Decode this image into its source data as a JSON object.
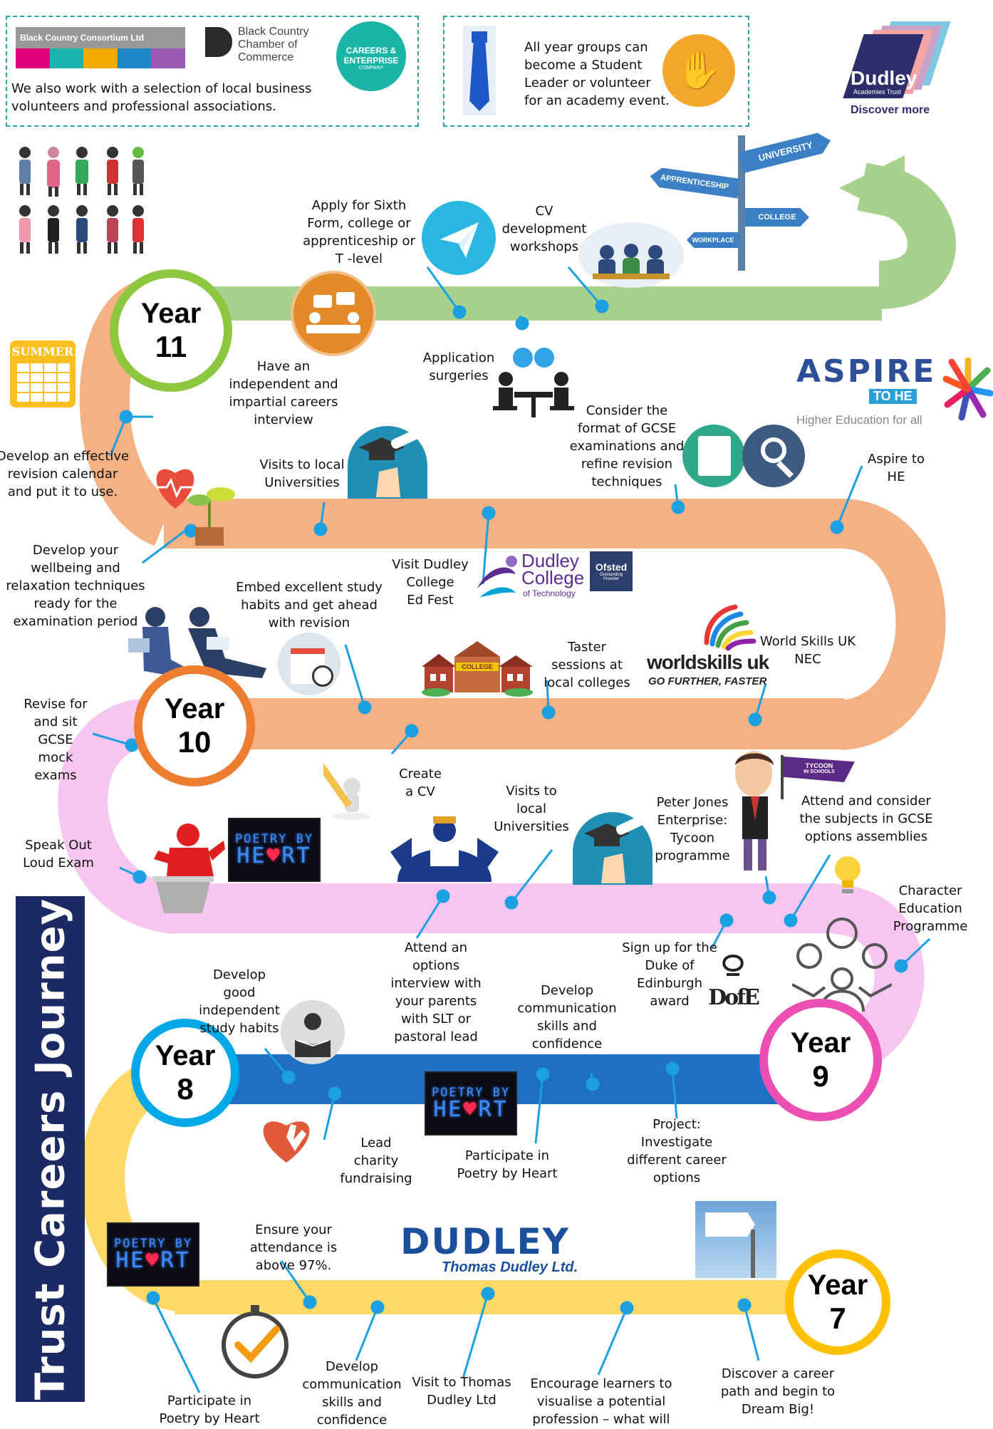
{
  "title": "Trust Careers Journey",
  "partners_box": {
    "consortium_name": "Black Country Consortium Ltd",
    "chamber_lines": [
      "Black Country",
      "Chamber of",
      "Commerce"
    ],
    "careers_lines": [
      "CAREERS &",
      "ENTERPRISE",
      "COMPANY"
    ],
    "text_lines": [
      "We also work with a selection of local business",
      "volunteers and professional associations."
    ]
  },
  "leader_box": {
    "text_lines": [
      "All year groups can",
      "become a Student",
      "Leader or volunteer",
      "for an academy event."
    ]
  },
  "dudley_logo": {
    "name": "Dudley",
    "sub": "Academies Trust",
    "tagline": "Discover more"
  },
  "aspire_logo": {
    "name": "ASPIRE",
    "sub": "TO HE",
    "tagline": "Higher Education for all"
  },
  "college_logo": {
    "lines": [
      "Dudley",
      "College"
    ],
    "sub": "of Technology",
    "ofsted": "Ofsted",
    "ofsted_sub": [
      "Outstanding",
      "Provider"
    ]
  },
  "worldskills_logo": {
    "name": "worldskills uk",
    "tagline": "GO FURTHER, FASTER"
  },
  "thomas_dudley_logo": {
    "name": "DUDLEY",
    "sub": "Thomas Dudley Ltd."
  },
  "signpost": [
    "UNIVERSITY",
    "APPRENTICESHIP",
    "COLLEGE",
    "WORKPLACE"
  ],
  "calendar_label": "SUMMER",
  "college_building_label": "COLLEGE",
  "tycoon_flag": [
    "TYCOON",
    "IN SCHOOLS"
  ],
  "poetry_logo": {
    "line1": "POETRY BY",
    "line2a": "HE",
    "line2b": "♥",
    "line2c": "RT"
  },
  "doe_logo": "DofE",
  "years": [
    {
      "id": "year11",
      "word": "Year",
      "number": "11"
    },
    {
      "id": "year10",
      "word": "Year",
      "number": "10"
    },
    {
      "id": "year9",
      "word": "Year",
      "number": "9"
    },
    {
      "id": "year8",
      "word": "Year",
      "number": "8"
    },
    {
      "id": "year7",
      "word": "Year",
      "number": "7"
    }
  ],
  "labels": [
    {
      "id": "sixth-form",
      "lines": [
        "Apply for Sixth",
        "Form, college or",
        "apprenticeship or",
        "T -level"
      ]
    },
    {
      "id": "cv-workshops",
      "lines": [
        "CV",
        "development",
        "workshops"
      ]
    },
    {
      "id": "careers-interview",
      "lines": [
        "Have an",
        "independent and",
        "impartial careers",
        "interview"
      ]
    },
    {
      "id": "application-surgeries",
      "lines": [
        "Application",
        "surgeries"
      ]
    },
    {
      "id": "revision-calendar",
      "lines": [
        "Develop an effective",
        "revision calendar",
        "and put it to use."
      ]
    },
    {
      "id": "gcse-format",
      "lines": [
        "Consider the",
        "format of GCSE",
        "examinations and",
        "refine revision",
        "techniques"
      ]
    },
    {
      "id": "aspire-he",
      "lines": [
        "Aspire to",
        "HE"
      ]
    },
    {
      "id": "visits-universities-y11",
      "lines": [
        "Visits to local",
        "Universities"
      ]
    },
    {
      "id": "wellbeing",
      "lines": [
        "Develop your",
        "wellbeing and",
        "relaxation techniques",
        "ready for the",
        "examination period"
      ]
    },
    {
      "id": "dudley-edfest",
      "lines": [
        "Visit Dudley",
        "College",
        "Ed Fest"
      ]
    },
    {
      "id": "study-habits",
      "lines": [
        "Embed excellent study",
        "habits and get ahead",
        "with revision"
      ]
    },
    {
      "id": "taster-sessions",
      "lines": [
        "Taster",
        "sessions at",
        "local colleges"
      ]
    },
    {
      "id": "world-skills",
      "lines": [
        "World Skills UK",
        "NEC"
      ]
    },
    {
      "id": "gcse-mocks",
      "lines": [
        "Revise for",
        "and sit",
        "GCSE",
        "mock",
        "exams"
      ]
    },
    {
      "id": "create-cv",
      "lines": [
        "Create",
        "a CV"
      ]
    },
    {
      "id": "visits-universities-y10",
      "lines": [
        "Visits to",
        "local",
        "Universities"
      ]
    },
    {
      "id": "tycoon",
      "lines": [
        "Peter Jones",
        "Enterprise:",
        "Tycoon",
        "programme"
      ]
    },
    {
      "id": "options-assemblies",
      "lines": [
        "Attend and consider",
        "the subjects in GCSE",
        "options assemblies"
      ]
    },
    {
      "id": "speak-out",
      "lines": [
        "Speak Out",
        "Loud Exam"
      ]
    },
    {
      "id": "character-education",
      "lines": [
        "Character",
        "Education",
        "Programme"
      ]
    },
    {
      "id": "options-interview",
      "lines": [
        "Attend an",
        "options",
        "interview with",
        "your parents",
        "with SLT or",
        "pastoral lead"
      ]
    },
    {
      "id": "duke-of-edinburgh",
      "lines": [
        "Sign up for the",
        "Duke of",
        "Edinburgh",
        "award"
      ]
    },
    {
      "id": "independent-study",
      "lines": [
        "Develop",
        "good",
        "independent",
        "study habits"
      ]
    },
    {
      "id": "communication-y8",
      "lines": [
        "Develop",
        "communication",
        "skills and",
        "confidence"
      ]
    },
    {
      "id": "charity",
      "lines": [
        "Lead",
        "charity",
        "fundraising"
      ]
    },
    {
      "id": "poetry-y8",
      "lines": [
        "Participate in",
        "Poetry by Heart"
      ]
    },
    {
      "id": "career-project",
      "lines": [
        "Project:",
        "Investigate",
        "different career",
        "options"
      ]
    },
    {
      "id": "attendance",
      "lines": [
        "Ensure your",
        "attendance is",
        "above 97%."
      ]
    },
    {
      "id": "poetry-y7",
      "lines": [
        "Participate in",
        "Poetry by Heart"
      ]
    },
    {
      "id": "communication-y7",
      "lines": [
        "Develop",
        "communication",
        "skills and",
        "confidence"
      ]
    },
    {
      "id": "thomas-dudley",
      "lines": [
        "Visit to Thomas",
        "Dudley Ltd"
      ]
    },
    {
      "id": "visualise",
      "lines": [
        "Encourage learners to",
        "visualise a potential",
        "profession – what will"
      ]
    },
    {
      "id": "dream-big",
      "lines": [
        "Discover a career",
        "path and begin to",
        "Dream Big!"
      ]
    }
  ],
  "colors": {
    "y11_band": "#a9d18e",
    "y10_band": "#f4b183",
    "y9_band": "#f7c6f0",
    "y8_band": "#1f6fc5",
    "y7_band": "#ffd966",
    "y11_ring": "#8dc63f",
    "y10_ring": "#ed7d31",
    "y9_ring": "#ec4fb3",
    "y8_ring": "#00a8e8",
    "y7_ring": "#ffc000",
    "connector": "#1ba1e2",
    "title_bg": "#1b2a63"
  }
}
